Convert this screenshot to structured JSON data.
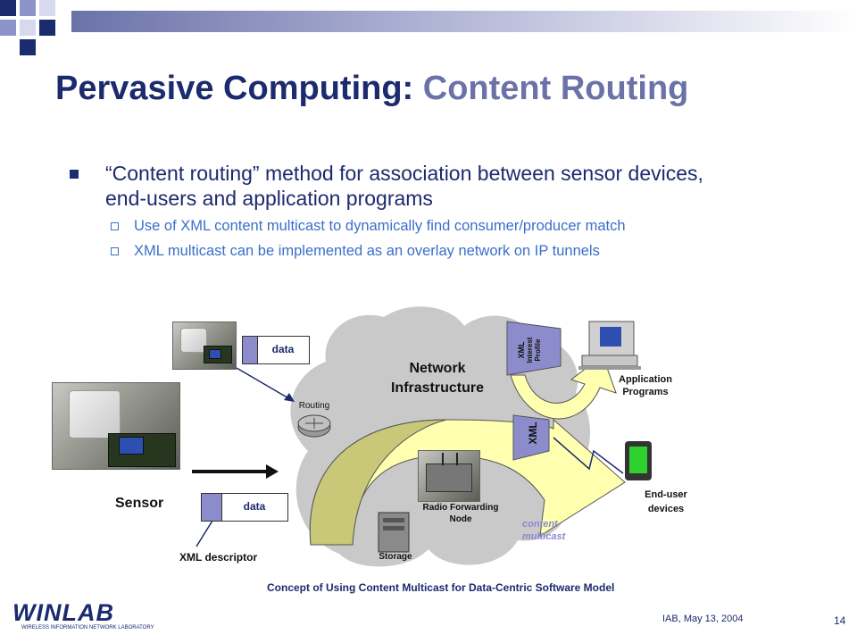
{
  "slide": {
    "title_part1": "Pervasive Computing:",
    "title_part2": "Content Routing",
    "bullet": "“Content routing” method for association between sensor devices, end-users and application programs",
    "subbullets": [
      "Use of XML content multicast to dynamically find consumer/producer match",
      "XML multicast can be implemented as an overlay network on IP tunnels"
    ]
  },
  "diagram": {
    "data_label_top": "data",
    "data_label_bottom": "data",
    "sensor_label": "Sensor",
    "xml_descriptor": "XML descriptor",
    "network_label": "Network Infrastructure",
    "routing_label": "Routing",
    "storage_label": "Storage",
    "radio_node_label": "Radio Forwarding Node",
    "content_multicast_label": "content multicast",
    "xml_interest_profile": [
      "XML",
      "Interest",
      "Profile"
    ],
    "xml_tag": "XML",
    "app_programs_label": "Application Programs",
    "end_user_label": "End-user devices",
    "caption": "Concept of Using Content Multicast for Data-Centric Software Model"
  },
  "footer": {
    "logo_text": "WINLAB",
    "logo_subtext": "WIRELESS INFORMATION NETWORK LABORATORY",
    "date": "IAB, May 13, 2004",
    "page_number": "14"
  },
  "colors": {
    "title_dark": "#1c2a6e",
    "title_light": "#6b72a8",
    "sub_bullet": "#3a6fc9",
    "cloud": "#c9c9c9",
    "arrow_fill": "#ffffb0",
    "arrow_olive": "#c8c878",
    "xml_tab": "#8c8ccc",
    "multicast_text": "#8a8ad0"
  }
}
